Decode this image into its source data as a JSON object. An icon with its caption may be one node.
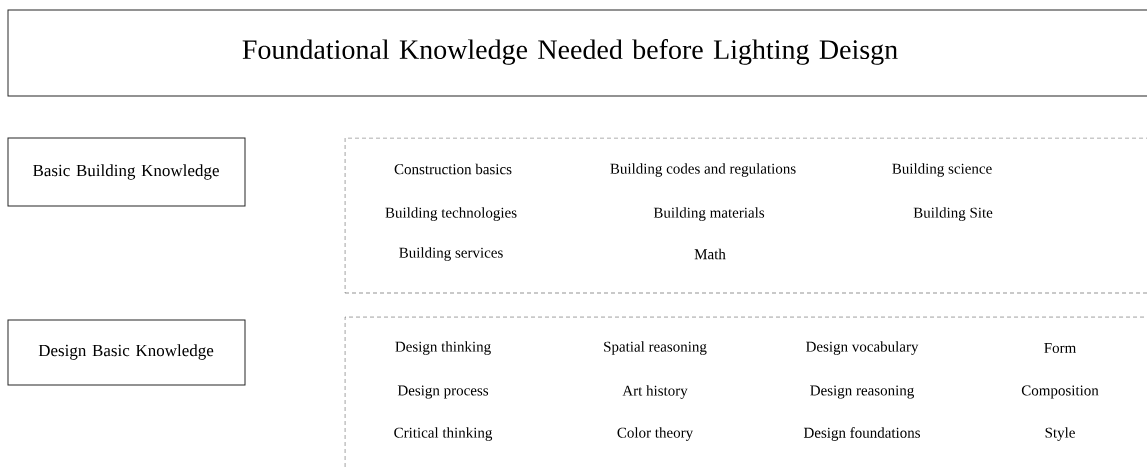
{
  "diagram": {
    "nodes": [
      {
        "text": [
          "Foundational Knowledge Needed before Lighting Deisgn"
        ]
      },
      {
        "text": [
          "Basic Building Knowledge"
        ]
      },
      {
        "text": [
          "Construction basics",
          "Building codes and regulations",
          "Building science",
          "Building technologies",
          "Building materials",
          "Building Site",
          "Building services",
          "Math"
        ]
      },
      {
        "text": [
          "Design Basic Knowledge"
        ]
      },
      {
        "text": [
          "Design thinking",
          "Spatial reasoning",
          "Design vocabulary",
          "Form",
          "Design process",
          "Art history",
          "Design reasoning",
          "Composition",
          "Critical thinking",
          "Color theory",
          "Design foundations",
          "Style"
        ]
      }
    ],
    "edges": []
  }
}
